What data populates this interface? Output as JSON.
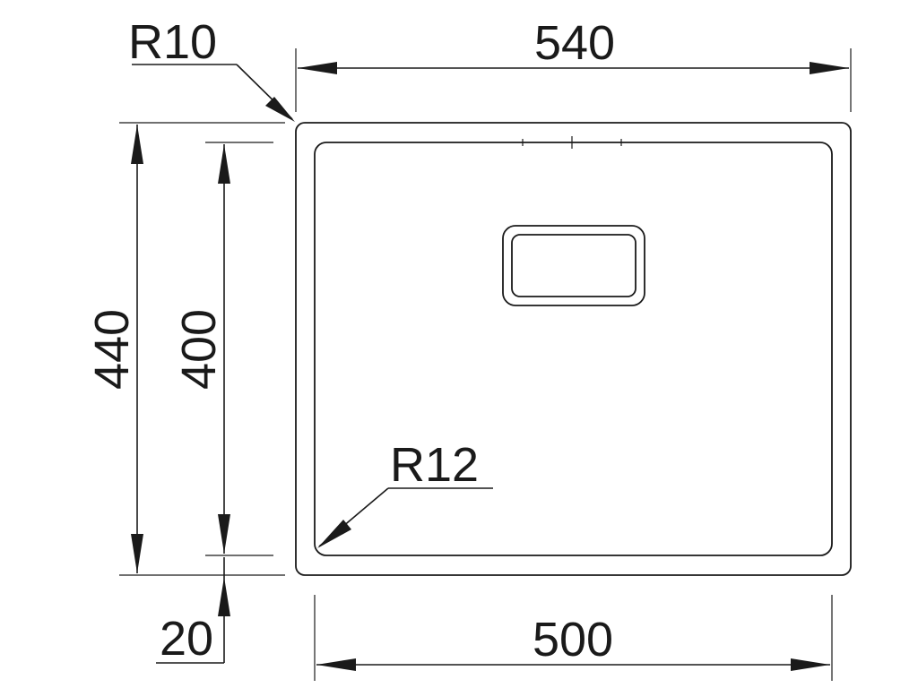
{
  "dimensions": {
    "outer_width": "540",
    "inner_width": "500",
    "outer_height": "440",
    "inner_height": "400",
    "rim": "20",
    "outer_radius": "R10",
    "inner_radius": "R12"
  },
  "colors": {
    "ink": "#1a1a1a",
    "background": "#ffffff"
  }
}
